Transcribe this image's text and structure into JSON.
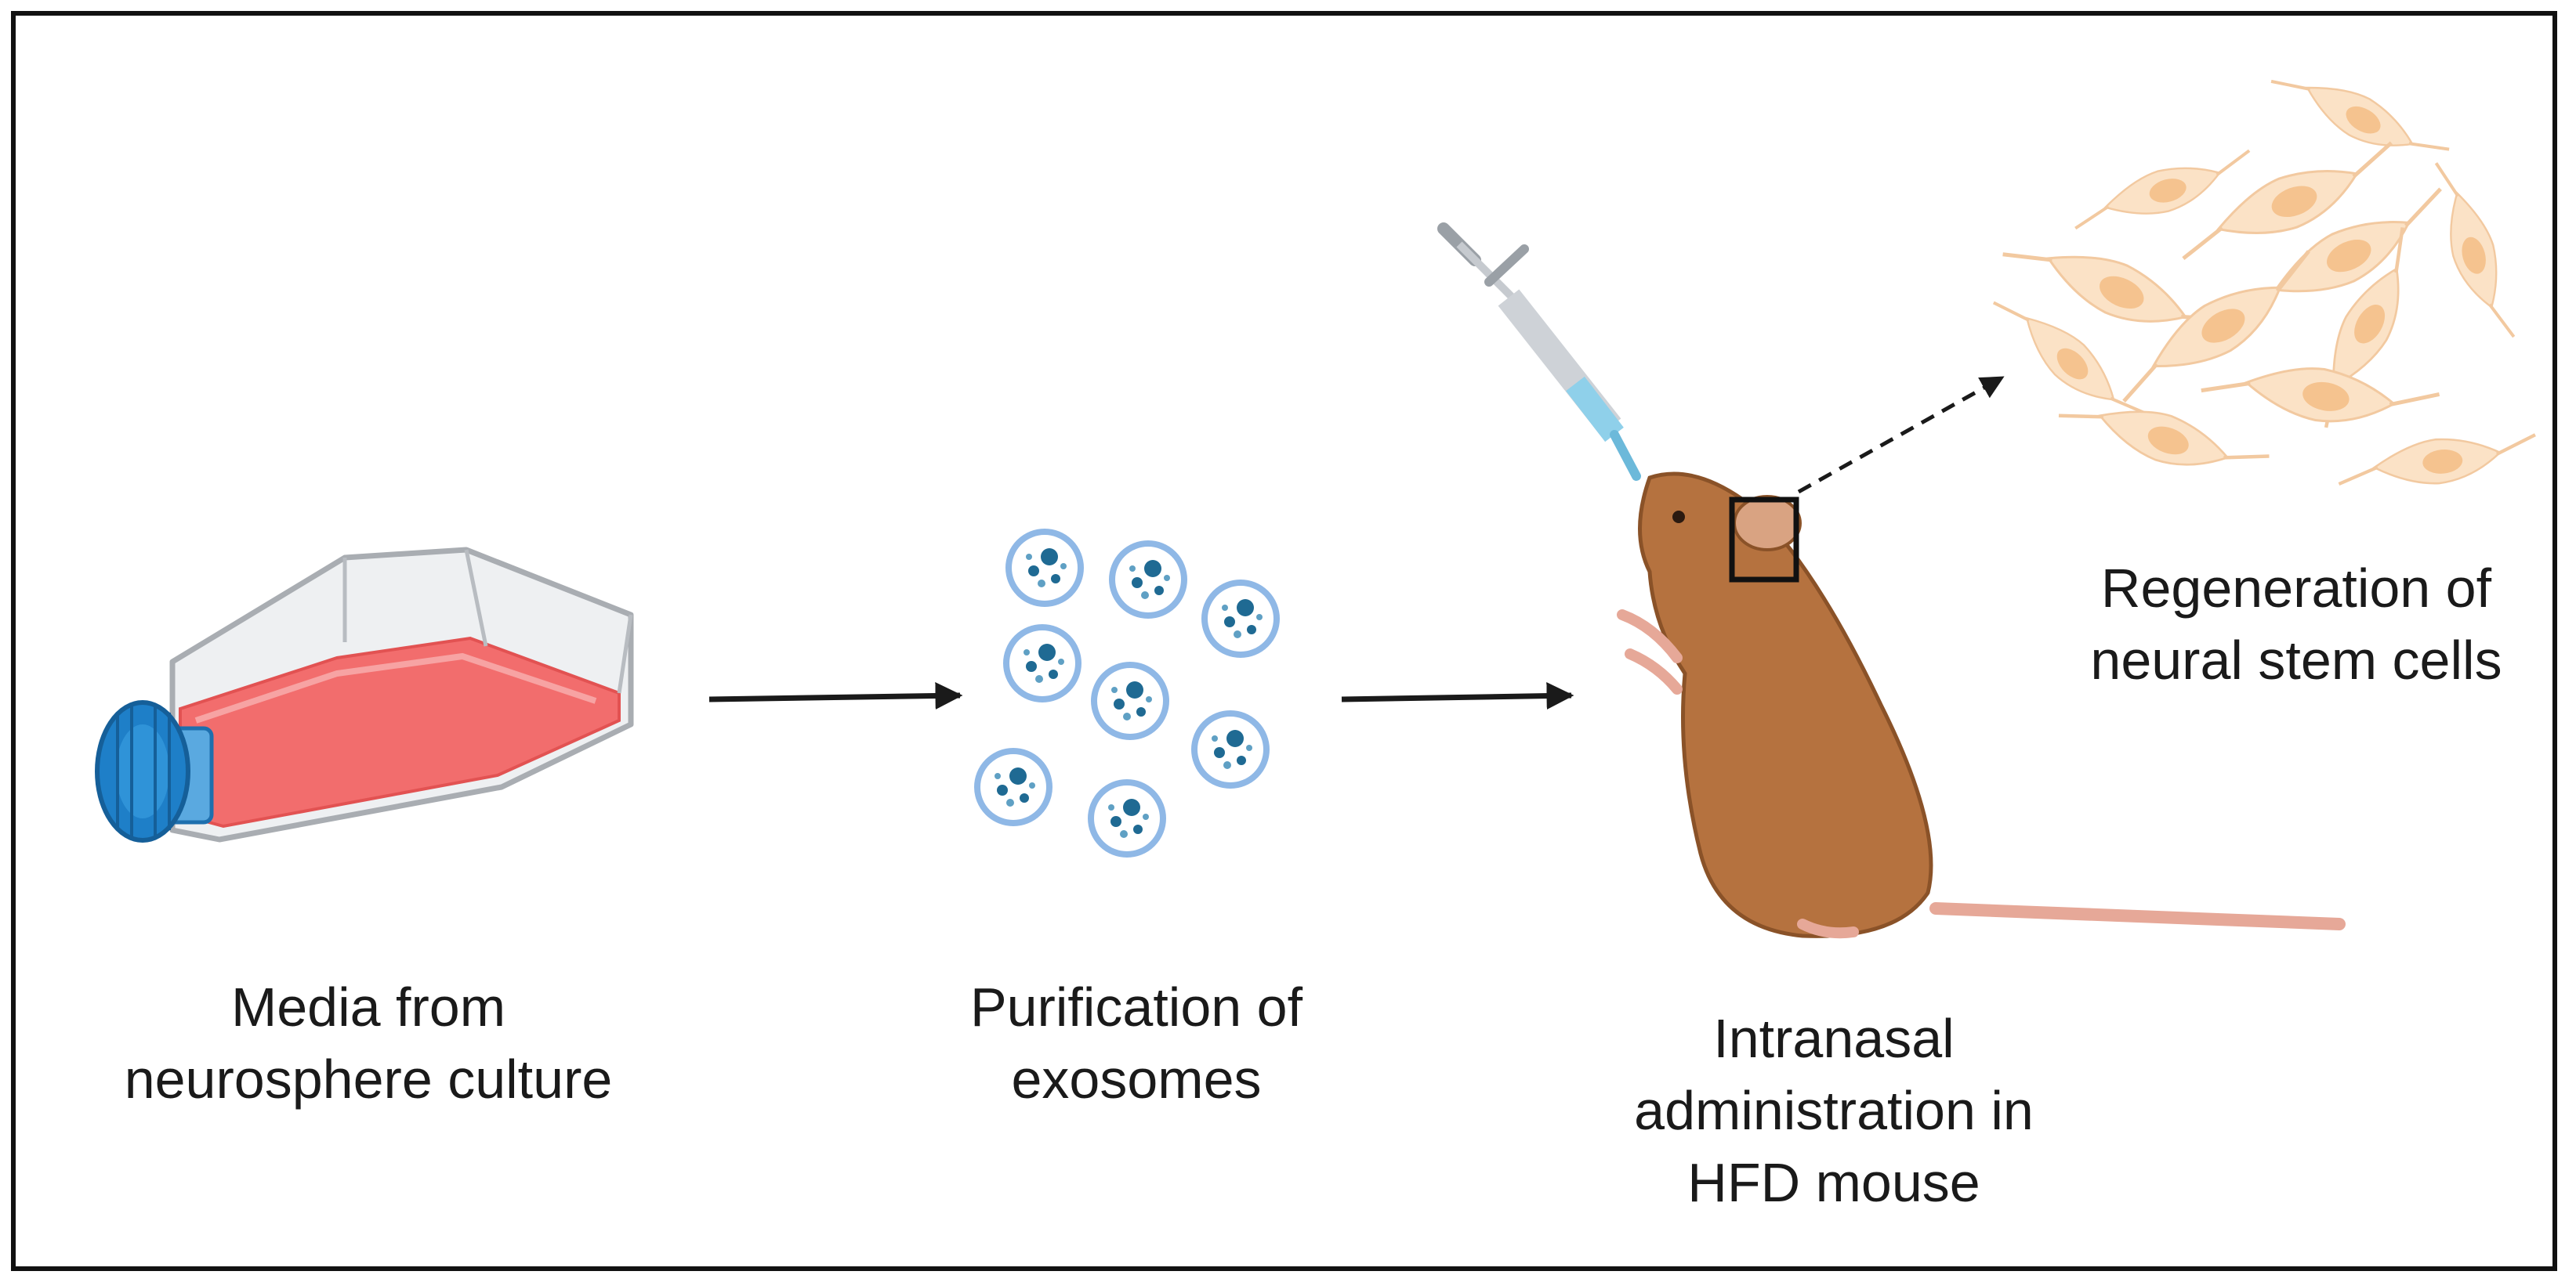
{
  "colors": {
    "border": "#111111",
    "arrow": "#1a1a1a",
    "flask_cap": "#1e7fc8",
    "flask_medium": "#f26d6d",
    "exosome_ring": "#8fb8e6",
    "exosome_dot": "#1f6a93",
    "mouse_body": "#b5723f",
    "mouse_tail": "#e6a898",
    "cell_fill": "#fbe2c6",
    "cell_nucleus": "#f5c38f"
  },
  "icons": [
    "culture-flask-icon",
    "exosome-cluster-icon",
    "syringe-icon",
    "mouse-icon",
    "neural-stem-cells-icon"
  ],
  "steps": [
    {
      "caption": "Media from\nneurosphere culture"
    },
    {
      "caption": "Purification of\nexosomes"
    },
    {
      "caption": "Intranasal\nadministration in\nHFD mouse"
    },
    {
      "caption": "Regeneration of\nneural stem cells"
    }
  ]
}
